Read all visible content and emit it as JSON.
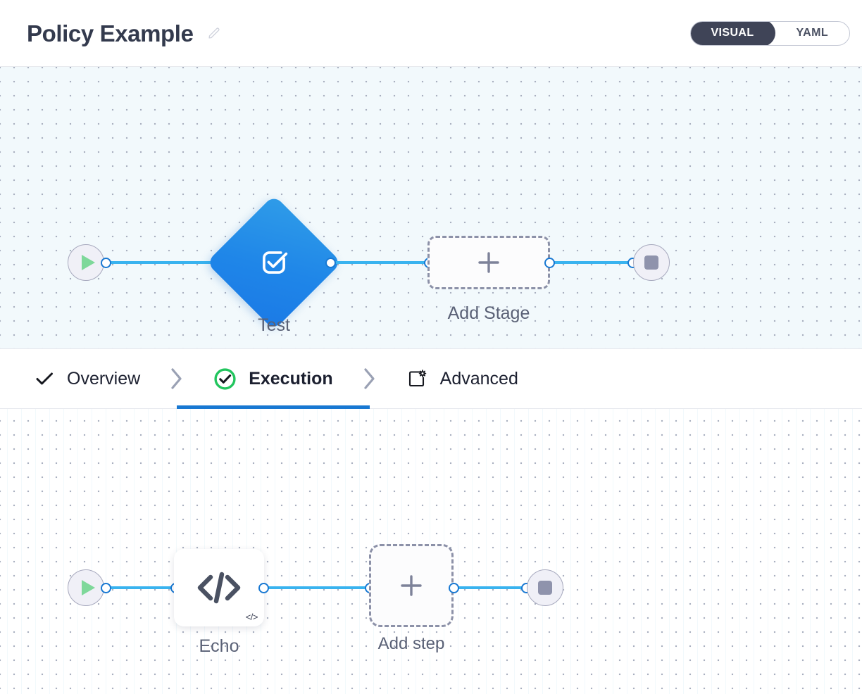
{
  "header": {
    "title": "Policy Example",
    "edit_icon": "pencil-icon",
    "mode_toggle": {
      "options": [
        "VISUAL",
        "YAML"
      ],
      "selected": "VISUAL",
      "visual_label": "VISUAL",
      "yaml_label": "YAML",
      "active_bg": "#3f4457",
      "active_fg": "#ffffff"
    }
  },
  "stage_canvas": {
    "background": "#f2f9fc",
    "start_node": {
      "name": "start",
      "icon": "play-icon",
      "color": "#7ed89a"
    },
    "stage_node": {
      "label": "Test",
      "icon": "check-square-icon",
      "shape": "diamond",
      "color": "#1f86e8"
    },
    "add_stage_node": {
      "label": "Add Stage",
      "icon": "plus-icon"
    },
    "end_node": {
      "name": "end",
      "icon": "stop-icon",
      "color": "#8f93ac"
    },
    "edge_color": "#39b3ef",
    "port_color": "#1878d2"
  },
  "tabs": {
    "items": [
      {
        "label": "Overview",
        "icon": "check-icon",
        "active": false
      },
      {
        "label": "Execution",
        "icon": "check-circle-icon",
        "active": true
      },
      {
        "label": "Advanced",
        "icon": "window-gear-icon",
        "active": false
      }
    ],
    "separator_icon": "chevron-right-icon",
    "active_underline_color": "#1878d2",
    "active_icon_color": "#22c55e"
  },
  "step_canvas": {
    "background": "#ffffff",
    "start_node": {
      "name": "start",
      "icon": "play-icon",
      "color": "#7ed89a"
    },
    "step_node": {
      "label": "Echo",
      "icon": "code-icon",
      "badge": "</>"
    },
    "add_step_node": {
      "label": "Add step",
      "icon": "plus-icon"
    },
    "end_node": {
      "name": "end",
      "icon": "stop-icon",
      "color": "#8f93ac"
    },
    "edge_color": "#39b3ef",
    "port_color": "#1878d2"
  }
}
